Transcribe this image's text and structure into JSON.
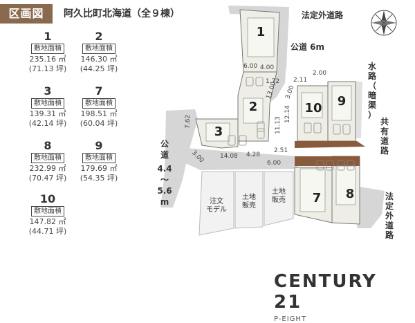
{
  "header": {
    "tag": "区画図",
    "title": "阿久比町北海道（全９棟）"
  },
  "lots": [
    {
      "num": "1",
      "label": "敷地面積",
      "sqm": "235.16 ㎡",
      "tsubo": "(71.13 坪)"
    },
    {
      "num": "2",
      "label": "敷地面積",
      "sqm": "146.30 ㎡",
      "tsubo": "(44.25 坪)"
    },
    {
      "num": "3",
      "label": "敷地面積",
      "sqm": "139.31 ㎡",
      "tsubo": "(42.14 坪)"
    },
    {
      "num": "7",
      "label": "敷地面積",
      "sqm": "198.51 ㎡",
      "tsubo": "(60.04 坪)"
    },
    {
      "num": "8",
      "label": "敷地面積",
      "sqm": "232.99 ㎡",
      "tsubo": "(70.47 坪)"
    },
    {
      "num": "9",
      "label": "敷地面積",
      "sqm": "179.69 ㎡",
      "tsubo": "(54.35 坪)"
    },
    {
      "num": "10",
      "label": "敷地面積",
      "sqm": "147.82 ㎡",
      "tsubo": "(44.71 坪)"
    }
  ],
  "map": {
    "labels": {
      "legal_road_top": "法定外道路",
      "public_road_6m": "公道 6m",
      "waterway": [
        "水",
        "路",
        "（",
        "暗",
        "渠",
        "）"
      ],
      "shared_road": [
        "共",
        "有",
        "道",
        "路"
      ],
      "public_road_left": [
        "公",
        "道",
        "4.4",
        "〜",
        "5.6",
        "m"
      ],
      "legal_road_right": [
        "法",
        "定",
        "外",
        "道",
        "路"
      ],
      "custom_model": [
        "注文",
        "モデル"
      ],
      "land_sale_1": [
        "土地",
        "販売"
      ],
      "land_sale_2": [
        "土地",
        "販売"
      ]
    },
    "lot_numbers": {
      "l1": "1",
      "l2": "2",
      "l3": "3",
      "l7": "7",
      "l8": "8",
      "l9": "9",
      "l10": "10"
    },
    "dimensions": {
      "d600a": "6.00",
      "d400": "4.00",
      "d172": "1.72",
      "d1300": "13.00",
      "d211": "2.11",
      "d200": "2.00",
      "d300a": "3.00",
      "d1214": "12.14",
      "d1113": "11.13",
      "d762": "7.62",
      "d300b": "3.00",
      "d1408": "14.08",
      "d428": "4.28",
      "d251": "2.51",
      "d600b": "6.00"
    },
    "colors": {
      "shared_road": "#8a5a3c",
      "lot_fill": "#eeeee6",
      "road": "#d6d6d6"
    }
  },
  "logo": {
    "name": "CENTURY 21",
    "branch": "P-EIGHT"
  }
}
